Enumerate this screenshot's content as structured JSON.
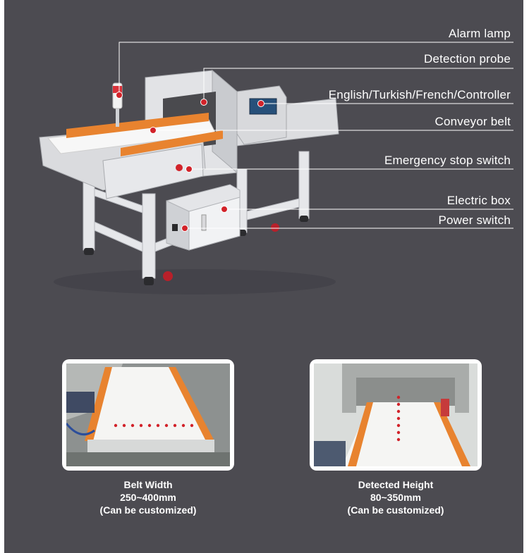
{
  "callouts": [
    {
      "key": "alarm",
      "text": "Alarm lamp"
    },
    {
      "key": "probe",
      "text": "Detection probe"
    },
    {
      "key": "controller",
      "text": "English/Turkish/French/Controller"
    },
    {
      "key": "belt",
      "text": "Conveyor belt"
    },
    {
      "key": "estop",
      "text": "Emergency stop switch"
    },
    {
      "key": "ebox",
      "text": "Electric box"
    },
    {
      "key": "power",
      "text": "Power switch"
    }
  ],
  "panels": [
    {
      "line1": "Belt Width",
      "line2": "250~400mm",
      "line3": "(Can be customized)"
    },
    {
      "line1": "Detected Height",
      "line2": "80~350mm",
      "line3": "(Can be customized)"
    }
  ],
  "colors": {
    "background": "#4c4b51",
    "marker": "#d2232a",
    "orange": "#e8832f",
    "steel": "#cfd2d6",
    "belt": "#f4f4f4",
    "text": "#ffffff"
  }
}
